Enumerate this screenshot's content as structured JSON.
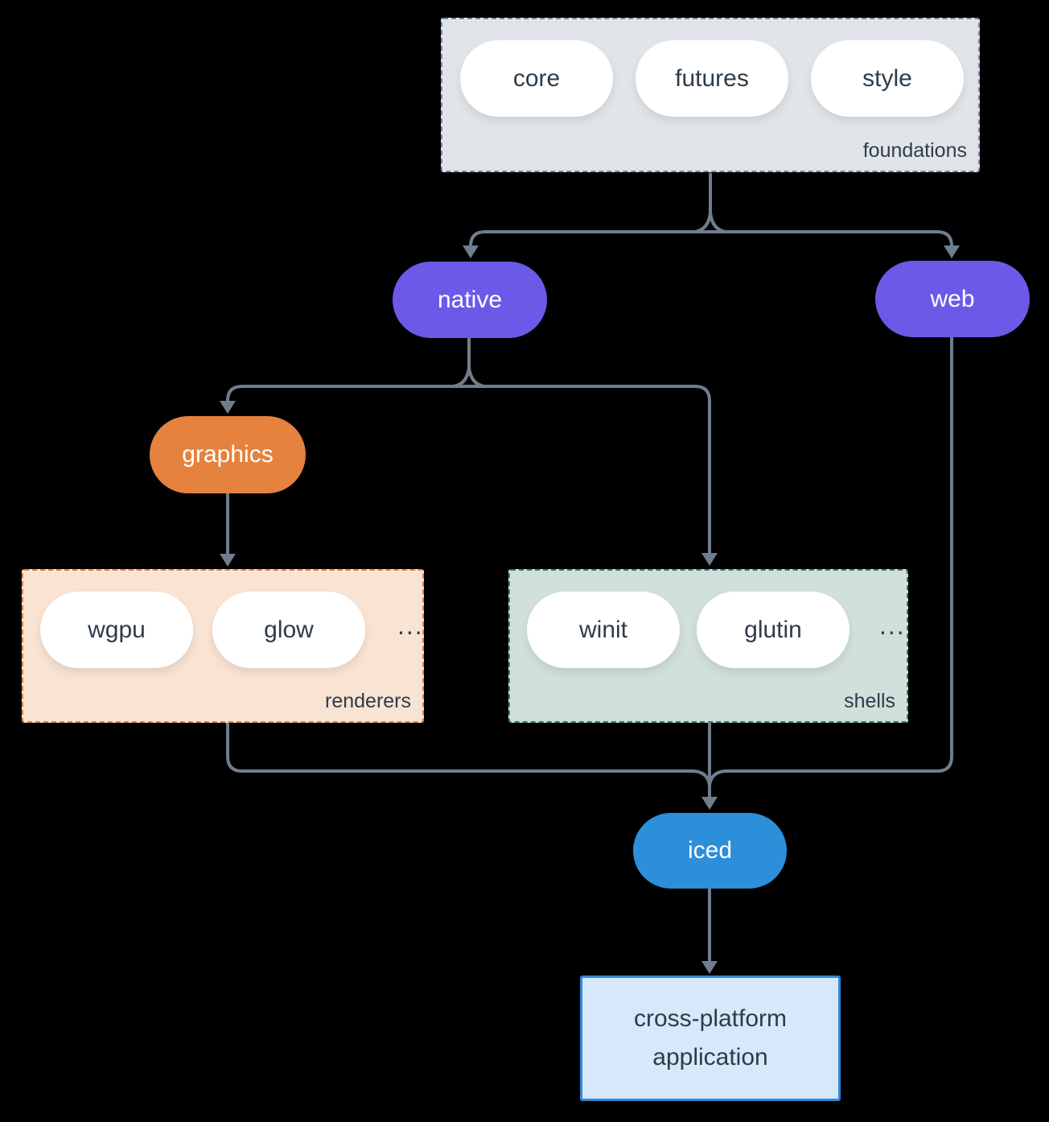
{
  "colors": {
    "background": "#000000",
    "line": "#6f7d8c",
    "text-dark": "#2e3c49",
    "text-light": "#ffffff",
    "pill-white": "#ffffff",
    "foundations-fill": "#e1e5e9",
    "foundations-border": "#778899",
    "purple": "#6b5ae8",
    "orange": "#e5823d",
    "renderers-fill": "#f9e3d3",
    "renderers-border": "#e0823e",
    "shells-fill": "#d1e0da",
    "shells-border": "#2e7d6e",
    "blue": "#2d8fd9",
    "app-fill": "#d6e8f9",
    "app-border": "#2e86de"
  },
  "nodes": {
    "foundations": {
      "label": "foundations",
      "pills": [
        "core",
        "futures",
        "style"
      ]
    },
    "native": {
      "label": "native"
    },
    "web": {
      "label": "web"
    },
    "graphics": {
      "label": "graphics"
    },
    "renderers": {
      "label": "renderers",
      "pills": [
        "wgpu",
        "glow"
      ],
      "ellipsis": "..."
    },
    "shells": {
      "label": "shells",
      "pills": [
        "winit",
        "glutin"
      ],
      "ellipsis": "..."
    },
    "iced": {
      "label": "iced"
    },
    "application": {
      "label": "cross-platform application"
    }
  }
}
